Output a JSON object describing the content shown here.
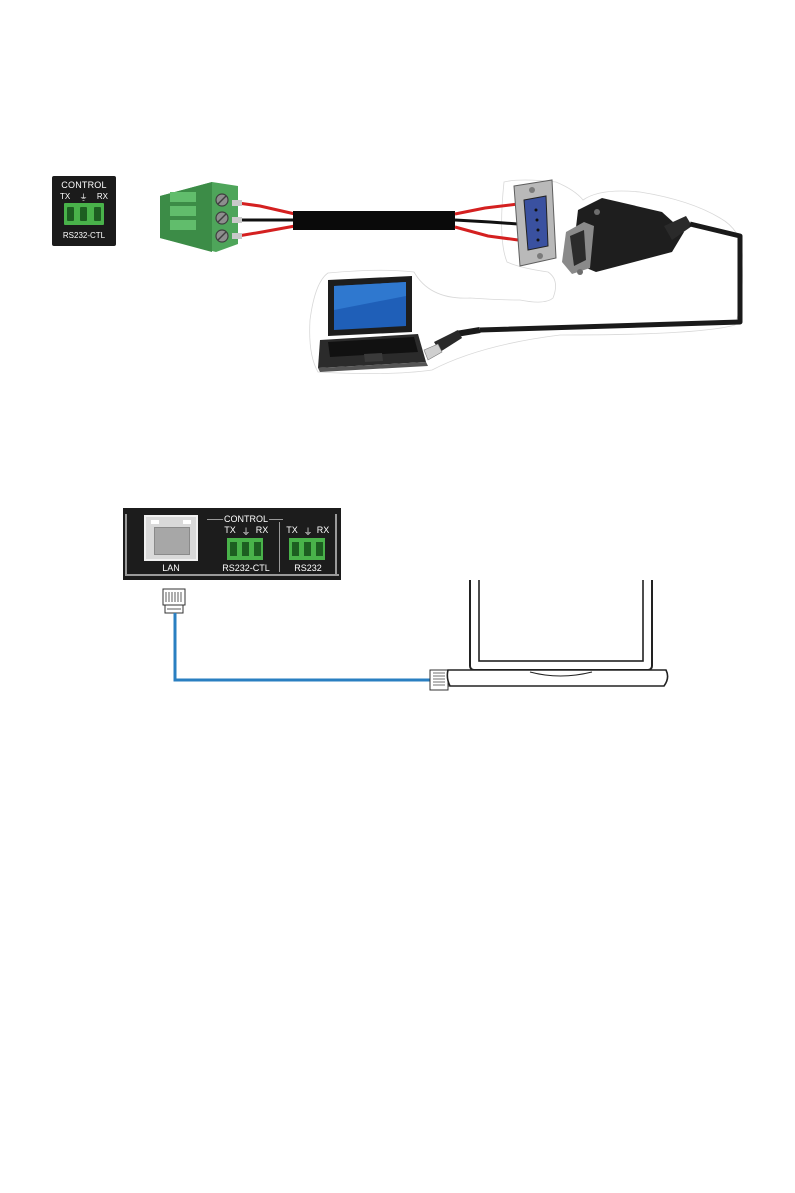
{
  "diagram1": {
    "panel": {
      "title": "CONTROL",
      "pin_tx": "TX",
      "pin_gnd": "⏚",
      "pin_rx": "RX",
      "label": "RS232-CTL"
    },
    "icons": [
      "phoenix-terminal-block-icon",
      "db9-female-connector-icon",
      "usb-to-serial-adapter-icon",
      "laptop-icon"
    ]
  },
  "diagram2": {
    "panel": {
      "lan_label": "LAN",
      "control_title": "CONTROL",
      "ctl_tx": "TX",
      "ctl_gnd": "⏚",
      "ctl_rx": "RX",
      "ctl_label": "RS232-CTL",
      "rs_tx": "TX",
      "rs_gnd": "⏚",
      "rs_rx": "RX",
      "rs_label": "RS232"
    },
    "cable_color": "#2a7fc1",
    "icons": [
      "rj45-plug-icon",
      "laptop-icon"
    ]
  },
  "colors": {
    "terminal_green": "#49b24a",
    "panel_black": "#1c1c1c",
    "wire_red": "#d42020"
  }
}
